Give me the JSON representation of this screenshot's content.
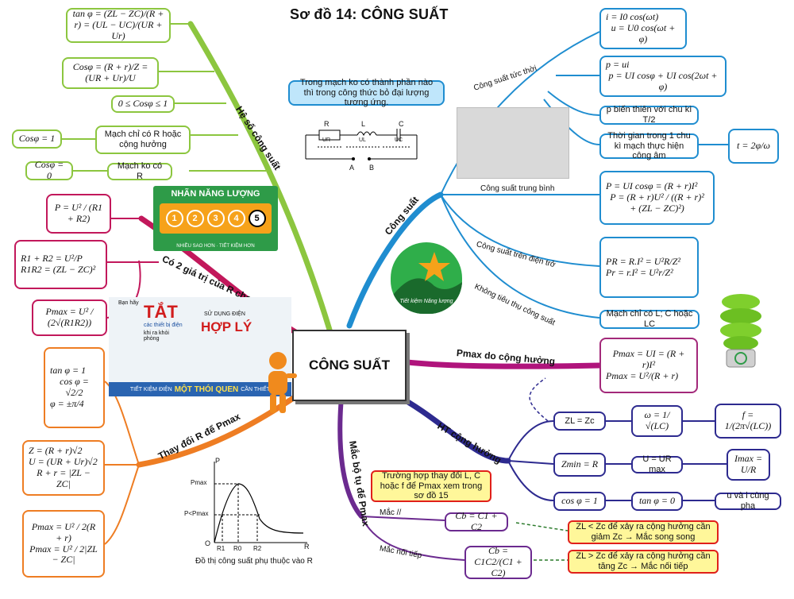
{
  "title": "Sơ đồ 14: CÔNG SUẤT",
  "center": "CÔNG SUẤT",
  "colors": {
    "green": "#8cc63f",
    "crimson": "#c2185b",
    "orange": "#ee7d23",
    "blue": "#1f8dd0",
    "purple": "#a3297a",
    "navy": "#2d2a8f",
    "violet": "#6b2a8f"
  },
  "branches": {
    "he_so": "Hệ số công suất",
    "co2": "Có 2 giá trị của R cho cùng 1 P",
    "thay_doi_r": "Thay đổi R để Pmax",
    "mac_bo_tu": "Mắc bộ tụ để Pmax",
    "ht_cong_huong": "HT cộng hưởng",
    "pmax_ch": "Pmax do cộng hưởng",
    "cong_suat": "Công suất"
  },
  "he_so": {
    "f1": "tan φ = (ZL − ZC)/(R + r) = (UL − UC)/(UR + Ur)",
    "f2": "Cosφ = (R + r)/Z = (UR + Ur)/U",
    "f3": "0 ≤ Cosφ ≤ 1",
    "f4": "Cosφ = 1",
    "f4_note": "Mạch chỉ có R hoặc cộng hưởng",
    "f5": "Cosφ = 0",
    "f5_note": "Mạch ko có R"
  },
  "co2": {
    "f1": "P = U² / (R1 + R2)",
    "f2a": "R1 + R2 = U²/P",
    "f2b": "R1R2 = (ZL − ZC)²",
    "f3": "Pmax = U² / (2√(R1R2))"
  },
  "thay_doi_r": {
    "f1a": "tan φ = 1",
    "f1b": "cos φ = √2/2",
    "f1c": "φ = ±π/4",
    "f2a": "Z = (R + r)√2",
    "f2b": "U = (UR + Ur)√2",
    "f2c": "R + r = |ZL − ZC|",
    "f3a": "Pmax = U² / 2(R + r)",
    "f3b": "Pmax = U² / 2|ZL − ZC|"
  },
  "graph": {
    "axis_y": "P",
    "axis_x": "R",
    "origin": "O",
    "pmax": "Pmax",
    "plt": "P<Pmax",
    "r1": "R1",
    "r0": "R0",
    "r2": "R2",
    "caption": "Đồ thị công suất phụ thuộc vào R"
  },
  "note_circuit": "Trong mạch ko có thành phần nào thì trong công thức bỏ đại lượng tương ứng.",
  "circuit": {
    "r": "R",
    "l": "L",
    "c": "C",
    "ur": "UR",
    "ul": "UL",
    "uc": "UC",
    "a": "A",
    "b": "B"
  },
  "energy_label": {
    "heading": "NHÃN NĂNG LƯỢNG",
    "stars": [
      "1",
      "2",
      "3",
      "4",
      "5"
    ],
    "footer": "NHIỀU SAO HƠN · TIẾT KIỆM HƠN"
  },
  "tkl_logo": "Tiết kiệm Năng lượng",
  "tk_panel": {
    "ban_hay": "Bạn hãy",
    "tat": "TẮT",
    "tat_sub": "các thiết bị điện",
    "khi_ra": "khi ra khỏi phòng",
    "su_dung": "SỬ DỤNG ĐIỆN",
    "hop_ly": "HỢP LÝ",
    "bar_pre": "TIẾT KIỆM ĐIỆN",
    "bar_mid": "MỘT THÓI QUEN",
    "bar_post": "CẦN THIẾT"
  },
  "cong_suat": {
    "tuc_thoi": "Công suất tức thời",
    "f_ui_a": "i = I0 cos(ωt)",
    "f_ui_b": "u = U0 cos(ωt + φ)",
    "f_p_a": "p = ui",
    "f_p_b": "p = UI cosφ + UI cos(2ωt + φ)",
    "bien_thien": "p biến thiên với chu kì T/2",
    "thoi_gian": "Thời gian trong 1 chu kì mạch thực hiện công âm",
    "t_formula": "t = 2φ/ω",
    "trung_binh": "Công suất trung bình",
    "f_tb_a": "P = UI cosφ = (R + r)I²",
    "f_tb_b": "P = (R + r)U² / ((R + r)² + (ZL − ZC)²)",
    "tren_dien_tro": "Công suất trên điện trở",
    "f_r_a": "PR = R.I² = U²R/Z²",
    "f_r_b": "Pr = r.I² = U²r/Z²",
    "khong_tieu_thu": "Không tiêu thụ công suất",
    "mach_lc": "Mạch chỉ có L; C hoặc LC"
  },
  "pmax_ch": {
    "f_a": "Pmax = UI = (R + r)I²",
    "f_b": "Pmax = U²/(R + r)"
  },
  "ht_ch": {
    "zl_zc": "ZL = Zc",
    "omega": "ω = 1/√(LC)",
    "freq": "f = 1/(2π√(LC))",
    "zmin": "Zmin = R",
    "u_ur": "U = UR max",
    "imax": "Imax = U/R",
    "cos1": "cos φ = 1",
    "tan0": "tan φ = 0",
    "cung_pha": "u và i cùng pha"
  },
  "mac_bo_tu": {
    "note": "Trường hợp thay đổi L, C hoặc f để Pmax xem trong sơ đồ 15",
    "mac_ss": "Mắc //",
    "f_ss": "Cb = C1 + C2",
    "mac_nt": "Mắc nối tiếp",
    "f_nt": "Cb = C1C2/(C1 + C2)",
    "y1": "ZL < Zc để xảy ra cộng hưởng cần giảm Zc → Mắc song song",
    "y2": "ZL > Zc để xảy ra cộng hưởng cần tăng Zc → Mắc nối tiếp"
  }
}
